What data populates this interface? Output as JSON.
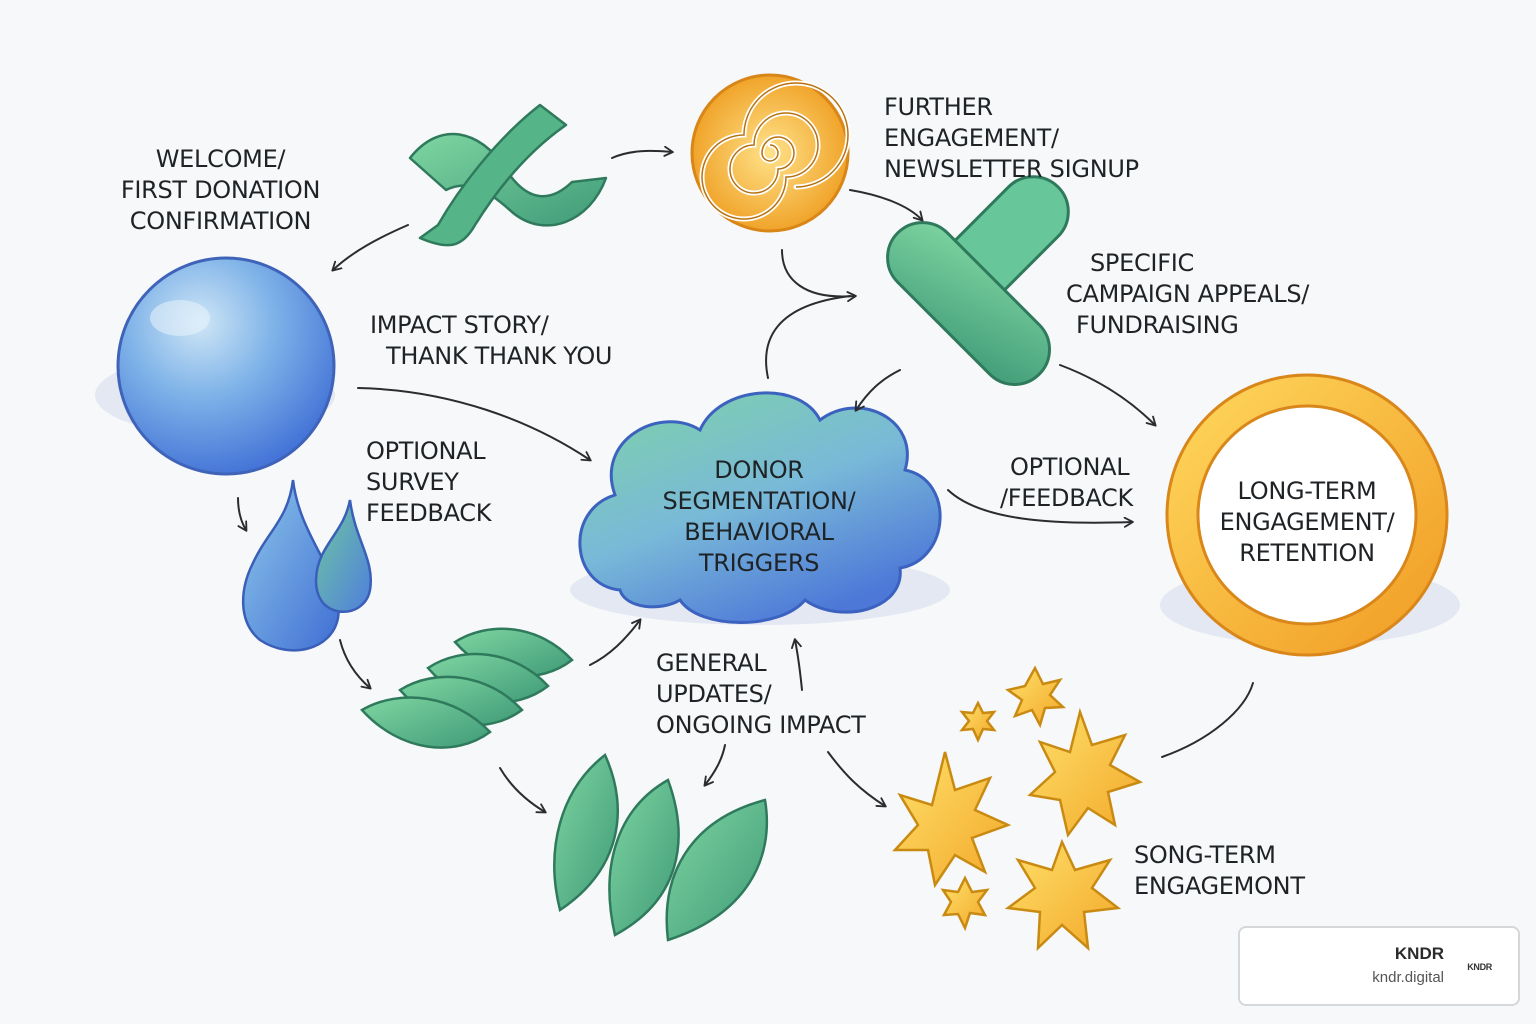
{
  "labels": {
    "welcome": [
      "WELCOME/",
      "FIRST DONATION",
      "CONFIRMATION"
    ],
    "further": [
      "FURTHER",
      "ENGAGEMENT/",
      "NEWSLETTER SIGNUP"
    ],
    "specific": [
      "SPECIFIC",
      "CAMPAIGN APPEALS/",
      "FUNDRAISING"
    ],
    "impact": [
      "IMPACT STORY/",
      "THANK THANK YOU"
    ],
    "survey": [
      "OPTIONAL",
      "SURVEY",
      "FEEDBACK"
    ],
    "donor": [
      "DONOR",
      "SEGMENTATION/",
      "BEHAVIORAL",
      "TRIGGERS"
    ],
    "optional_feedback": [
      "OPTIONAL",
      "/FEEDBACK"
    ],
    "longterm": [
      "LONG-TERM",
      "ENGAGEMENT/",
      "RETENTION"
    ],
    "general": [
      "GENERAL",
      "UPDATES/",
      "ONGOING IMPACT"
    ],
    "song": [
      "SONG-TERM",
      "ENGAGEMONT"
    ]
  },
  "watermark": {
    "brand": "KNDR",
    "url": "kndr.digital",
    "logo_text": "KNDR"
  },
  "colors": {
    "blue": "#4f7fdc",
    "green": "#5dbf86",
    "orange": "#f2a92b",
    "yellow": "#f5c43a",
    "ink": "#2a2d30"
  }
}
